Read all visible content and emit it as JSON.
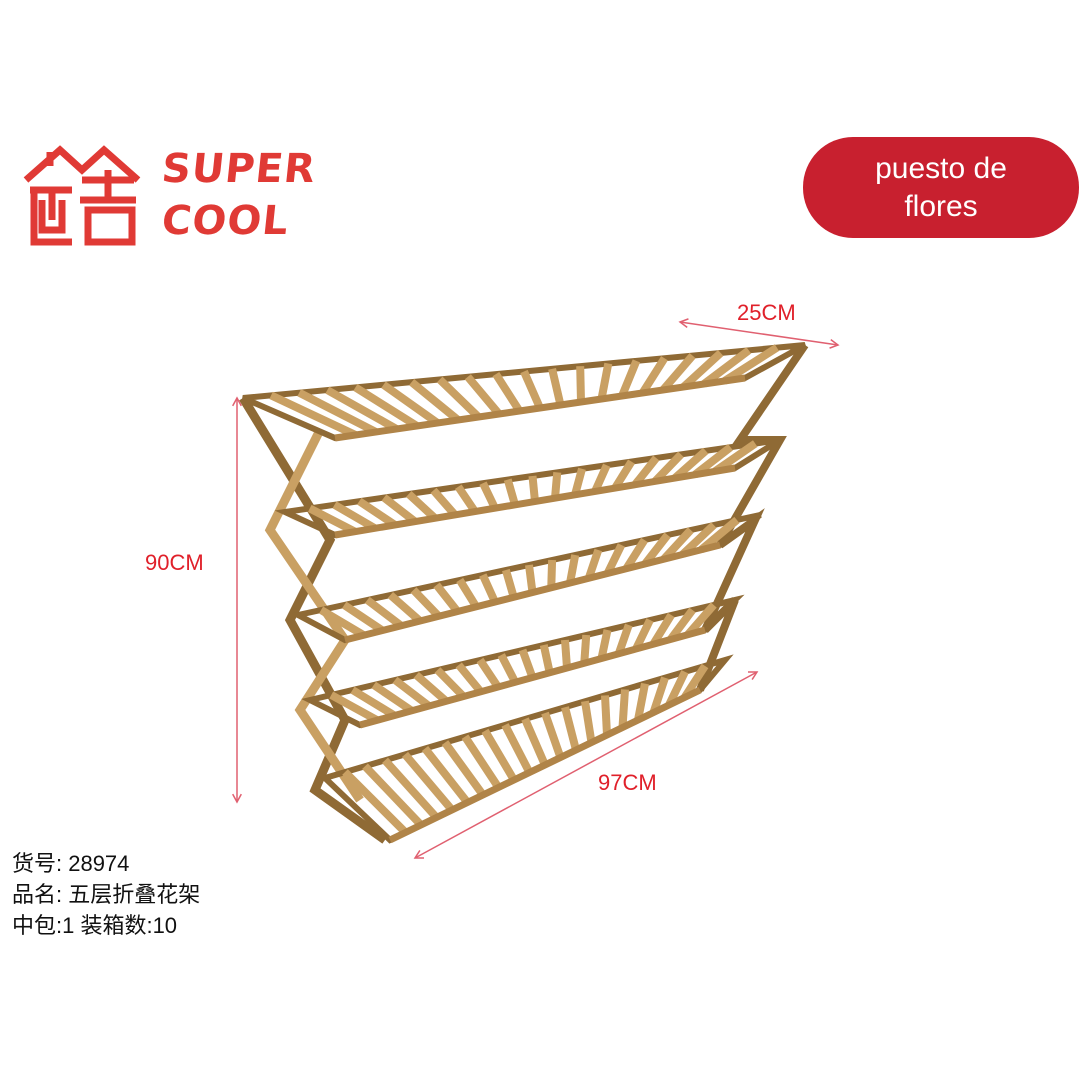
{
  "brand": {
    "name_line1": "SUPER",
    "name_line2": "COOL",
    "color": "#e03a35"
  },
  "badge": {
    "label": "puesto de flores",
    "color": "#c8202f"
  },
  "dimensions": {
    "depth": "25CM",
    "height": "90CM",
    "width": "97CM",
    "line_color": "#e06070"
  },
  "product": {
    "item_no": "货号: 28974",
    "name": "品名: 五层折叠花架",
    "packing": "中包:1 装箱数:10"
  },
  "icons": [
    "house-logo-icon",
    "folding-shelf-image"
  ]
}
